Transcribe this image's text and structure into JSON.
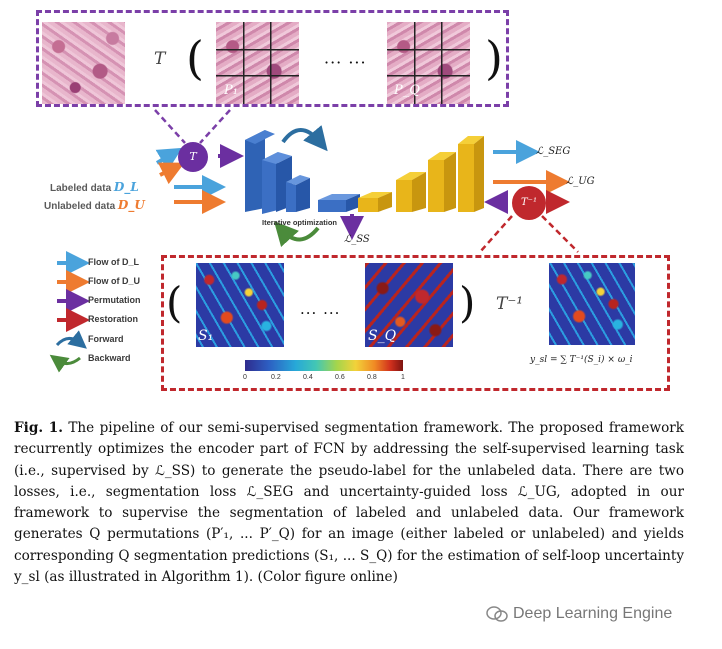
{
  "figure": {
    "top_box": {
      "operator_symbol": "T",
      "open_paren": "(",
      "ellipsis": "··· ···",
      "close_paren": ")",
      "patch_label_1": "P₁",
      "patch_label_2": "P_Q"
    },
    "permutation_node": "T",
    "restoration_node": "T⁻¹",
    "inputs": {
      "labeled": "Labeled data",
      "labeled_symbol": "D_L",
      "unlabeled": "Unlabeled data",
      "unlabeled_symbol": "D_U"
    },
    "network": {
      "optimization_label": "Iterative optimization",
      "loss_ss": "ℒ_SS"
    },
    "losses": {
      "seg": "ℒ_SEG",
      "ug": "ℒ_UG"
    },
    "legend": [
      {
        "label": "Flow of D_L",
        "color": "#4aa3dc",
        "kind": "arrow"
      },
      {
        "label": "Flow of D_U",
        "color": "#ee7b30",
        "kind": "arrow"
      },
      {
        "label": "Permutation",
        "color": "#6b2fa0",
        "kind": "arrow"
      },
      {
        "label": "Restoration",
        "color": "#c0282d",
        "kind": "arrow"
      },
      {
        "label": "Forward",
        "color": "#2c6ea0",
        "kind": "curve"
      },
      {
        "label": "Backward",
        "color": "#4b8b3b",
        "kind": "curve"
      }
    ],
    "bottom_box": {
      "open_paren": "(",
      "ellipsis": "··· ···",
      "close_paren": ")",
      "inverse_symbol": "T⁻¹",
      "map_label_1": "S₁",
      "map_label_2": "S_Q",
      "formula": "y_sl = ∑ T⁻¹(S_i) × ω_i"
    },
    "colorbar_ticks": [
      "0",
      "0.2",
      "0.4",
      "0.6",
      "0.8",
      "1"
    ]
  },
  "caption": {
    "label": "Fig. 1.",
    "text": "The pipeline of our semi-supervised segmentation framework. The proposed framework recurrently optimizes the encoder part of FCN by addressing the self-supervised learning task (i.e., supervised by ℒ_SS) to generate the pseudo-label for the unlabeled data. There are two losses, i.e., segmentation loss ℒ_SEG and uncertainty-guided loss ℒ_UG, adopted in our framework to supervise the segmentation of labeled and unlabeled data. Our framework generates Q permutations (P′₁, ... P′_Q) for an image (either labeled or unlabeled) and yields corresponding Q segmentation predictions (S₁, ... S_Q) for the estimation of self-loop uncertainty y_sl (as illustrated in Algorithm 1). (Color figure online)"
  },
  "watermark": "Deep Learning Engine"
}
